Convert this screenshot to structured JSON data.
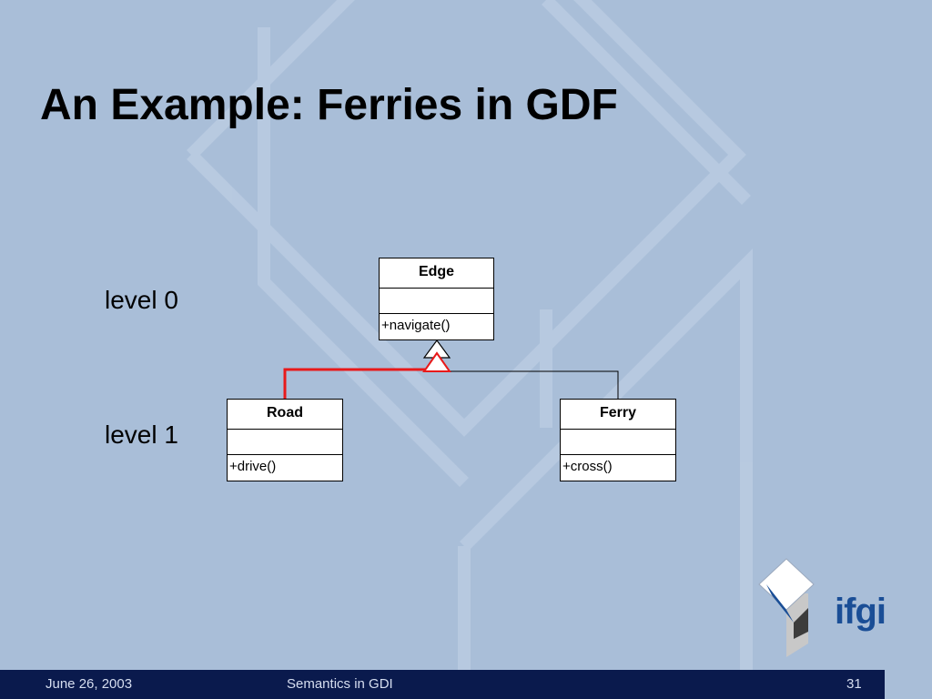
{
  "slide": {
    "title": "An Example: Ferries in GDF",
    "levels": [
      "level 0",
      "level 1"
    ]
  },
  "classes": {
    "edge": {
      "name": "Edge",
      "operation": "+navigate()"
    },
    "road": {
      "name": "Road",
      "operation": "+drive()"
    },
    "ferry": {
      "name": "Ferry",
      "operation": "+cross()"
    }
  },
  "footer": {
    "date": "June 26, 2003",
    "title": "Semantics in GDI",
    "page": "31"
  },
  "logo": {
    "text": "ifgi"
  },
  "colors": {
    "background": "#a9bed8",
    "highlight": "#e8191a",
    "footer": "#0a1a4d",
    "logo_blue": "#1a4e96"
  }
}
